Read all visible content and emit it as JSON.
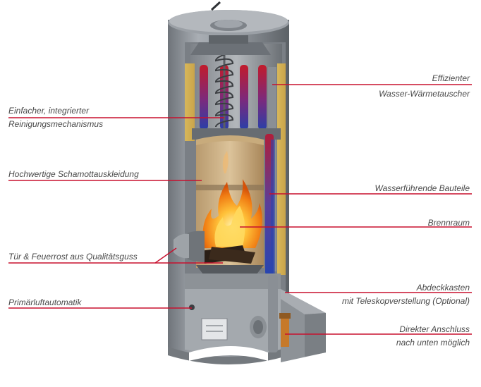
{
  "colors": {
    "leader": "#c8102e",
    "label_text": "#4a4a4a",
    "stove_body": "#8f949a",
    "flame": "#f39a1e"
  },
  "callouts": {
    "effizienter": {
      "line1": "Effizienter",
      "line2": "Wasser-Wärmetauscher"
    },
    "reinigung": {
      "line1": "Einfacher, integrierter",
      "line2": "Reinigungsmechanismus"
    },
    "schamott": {
      "line1": "Hochwertige Schamottauskleidung"
    },
    "wasserfuehrend": {
      "line1": "Wasserführende Bauteile"
    },
    "brennraum": {
      "line1": "Brennraum"
    },
    "tuer": {
      "line1": "Tür & Feuerrost aus Qualitätsguss"
    },
    "abdeck": {
      "line1": "Abdeckkasten",
      "line2": "mit Teleskopverstellung (Optional)"
    },
    "primaer": {
      "line1": "Primärluftautomatik"
    },
    "anschluss": {
      "line1": "Direkter Anschluss",
      "line2": "nach unten möglich"
    }
  }
}
